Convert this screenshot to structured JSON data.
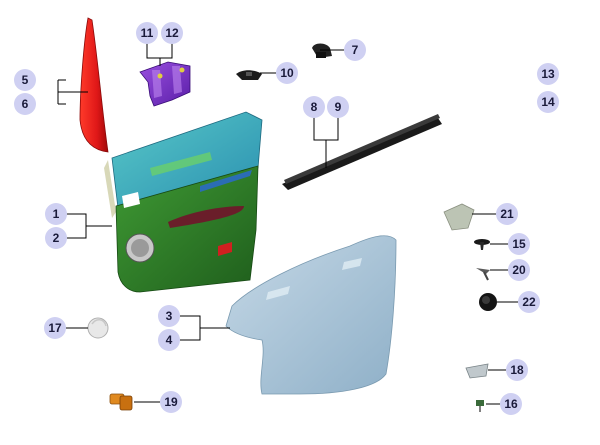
{
  "callouts": {
    "n1": "1",
    "n2": "2",
    "n3": "3",
    "n4": "4",
    "n5": "5",
    "n6": "6",
    "n7": "7",
    "n8": "8",
    "n9": "9",
    "n10": "10",
    "n11": "11",
    "n12": "12",
    "n13": "13",
    "n14": "14",
    "n15": "15",
    "n16": "16",
    "n17": "17",
    "n18": "18",
    "n19": "19",
    "n20": "20",
    "n21": "21",
    "n22": "22"
  },
  "colors": {
    "callout_fill": "#cfd0f2",
    "leader_line": "#000000",
    "door_panel": "#2f7a2a",
    "door_top": "#3fb0b8",
    "window_trim": "#e02020",
    "bracket": "#7a2ec8",
    "vapor_barrier": "#a9c3d8",
    "clip_bolt": "#d88a20"
  }
}
